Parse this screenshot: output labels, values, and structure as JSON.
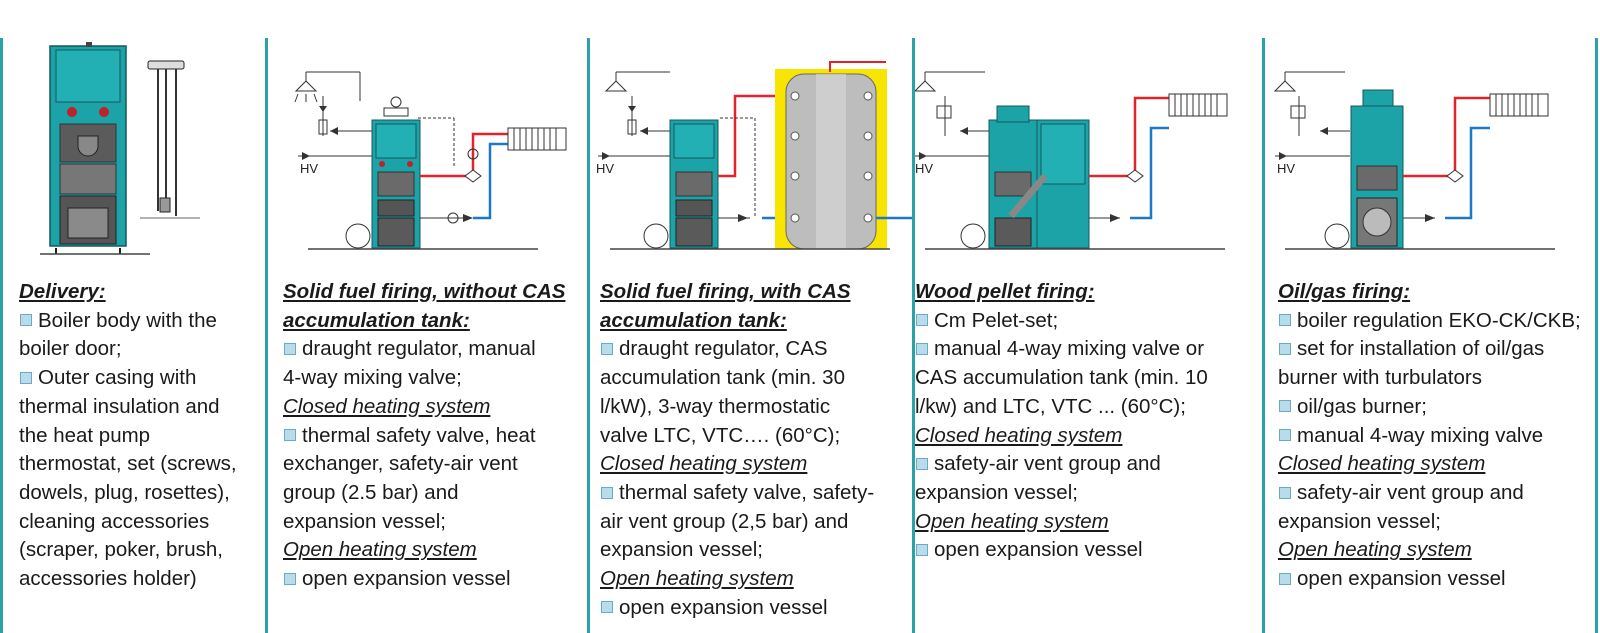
{
  "colors": {
    "accent": "#2aa3a8",
    "boiler": "#1ba3a8",
    "hot": "#e2232a",
    "cold": "#1e78c8",
    "insulation": "#f7e400",
    "bullet": "#b9dcea"
  },
  "columns": [
    {
      "title": [
        "Delivery:"
      ],
      "lines": [
        {
          "t": "b",
          "s": "Boiler body with the"
        },
        {
          "t": "p",
          "s": "boiler door;"
        },
        {
          "t": "b",
          "s": "Outer casing with"
        },
        {
          "t": "p",
          "s": "thermal  insulation and"
        },
        {
          "t": "p",
          "s": "the heat pump"
        },
        {
          "t": "p",
          "s": "thermostat, set (screws,"
        },
        {
          "t": "p",
          "s": "dowels, plug, rosettes),"
        },
        {
          "t": "p",
          "s": "cleaning accessories"
        },
        {
          "t": "p",
          "s": "(scraper, poker, brush,"
        },
        {
          "t": "p",
          "s": "accessories holder)"
        }
      ]
    },
    {
      "title": [
        "Solid fuel firing, without CAS",
        "accumulation tank:"
      ],
      "lines": [
        {
          "t": "b",
          "s": "draught regulator, manual"
        },
        {
          "t": "p",
          "s": "4-way mixing valve;"
        },
        {
          "t": "s",
          "s": "Closed heating system"
        },
        {
          "t": "b",
          "s": "thermal safety valve, heat"
        },
        {
          "t": "p",
          "s": "exchanger, safety-air vent"
        },
        {
          "t": "p",
          "s": "group (2.5 bar) and"
        },
        {
          "t": "p",
          "s": "expansion vessel;"
        },
        {
          "t": "s",
          "s": "Open heating system"
        },
        {
          "t": "b",
          "s": "open expansion vessel"
        }
      ]
    },
    {
      "title": [
        "Solid fuel firing, with CAS",
        "accumulation tank:"
      ],
      "lines": [
        {
          "t": "b",
          "s": "draught regulator, CAS"
        },
        {
          "t": "p",
          "s": "accumulation tank (min. 30"
        },
        {
          "t": "p",
          "s": "l/kW), 3-way thermostatic"
        },
        {
          "t": "p",
          "s": "valve LTC, VTC…. (60°C);"
        },
        {
          "t": "s",
          "s": "Closed heating system"
        },
        {
          "t": "b",
          "s": "thermal safety valve, safety-"
        },
        {
          "t": "p",
          "s": "air vent group (2,5 bar) and"
        },
        {
          "t": "p",
          "s": "expansion vessel;"
        },
        {
          "t": "s",
          "s": "Open heating system"
        },
        {
          "t": "b",
          "s": "open expansion vessel"
        }
      ]
    },
    {
      "title": [
        "Wood pellet firing:"
      ],
      "lines": [
        {
          "t": "b",
          "s": "Cm Pelet-set;"
        },
        {
          "t": "b",
          "s": "manual 4-way mixing valve or"
        },
        {
          "t": "p",
          "s": "CAS accumulation tank (min. 10"
        },
        {
          "t": "p",
          "s": "l/kw) and LTC, VTC ... (60°C);"
        },
        {
          "t": "s",
          "s": "Closed heating system"
        },
        {
          "t": "b",
          "s": "safety-air vent group and"
        },
        {
          "t": "p",
          "s": "expansion vessel;"
        },
        {
          "t": "s",
          "s": "Open heating system"
        },
        {
          "t": "b",
          "s": "open expansion vessel"
        }
      ]
    },
    {
      "title": [
        "Oil/gas firing:"
      ],
      "lines": [
        {
          "t": "b",
          "s": "boiler regulation EKO-CK/CKB;"
        },
        {
          "t": "b",
          "s": "set for installation of oil/gas"
        },
        {
          "t": "p",
          "s": "burner with turbulators"
        },
        {
          "t": "b",
          "s": "oil/gas burner;"
        },
        {
          "t": "b",
          "s": "manual 4-way mixing valve"
        },
        {
          "t": "s",
          "s": " Closed heating system"
        },
        {
          "t": "b",
          "s": "safety-air vent group and"
        },
        {
          "t": "p",
          "s": "expansion vessel;"
        },
        {
          "t": "s",
          "s": "Open heating system"
        },
        {
          "t": "b",
          "s": "open expansion vessel"
        }
      ]
    }
  ],
  "hv_label": "HV"
}
